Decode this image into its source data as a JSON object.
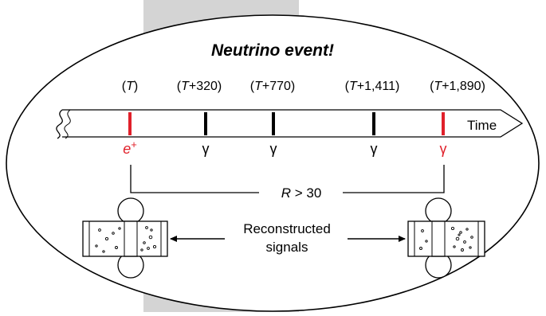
{
  "title": "Neutrino event!",
  "axis_label": "Time",
  "events": [
    {
      "time": "(T)",
      "particle": "e+",
      "highlight": true
    },
    {
      "time": "(T+320)",
      "particle": "γ",
      "highlight": false
    },
    {
      "time": "(T+770)",
      "particle": "γ",
      "highlight": false
    },
    {
      "time": "(T+1,411)",
      "particle": "γ",
      "highlight": false
    },
    {
      "time": "(T+1,890)",
      "particle": "γ",
      "highlight": true
    }
  ],
  "bracket_label": "R > 30",
  "caption_line1": "Reconstructed",
  "caption_line2": "signals",
  "colors": {
    "highlight": "#e0202a",
    "normal": "#000000",
    "background_band": "#d4d4d4"
  }
}
